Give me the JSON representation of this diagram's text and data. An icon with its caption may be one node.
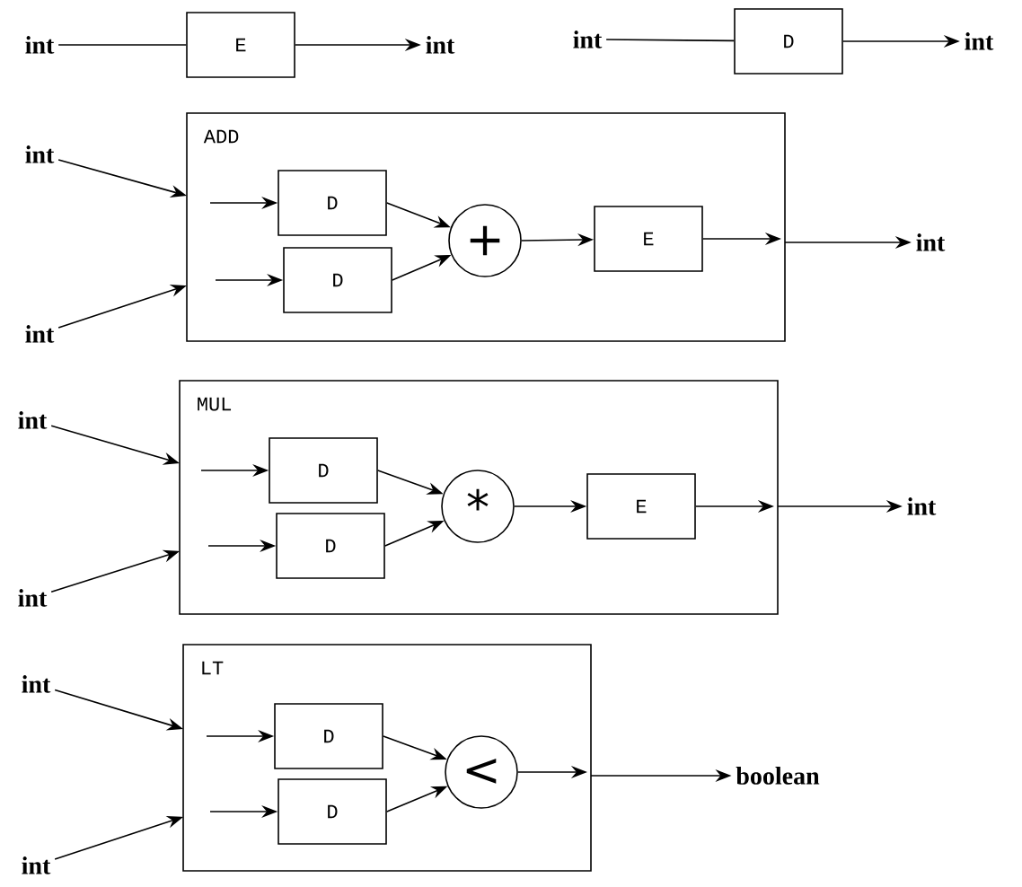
{
  "diagram": {
    "nodes": [
      {
        "text": [
          "int"
        ]
      },
      {
        "text": [
          "E"
        ]
      },
      {
        "text": [
          "int"
        ]
      },
      {
        "text": [
          "int"
        ]
      },
      {
        "text": [
          "D"
        ]
      },
      {
        "text": [
          "int"
        ]
      },
      {
        "text": [
          "int"
        ]
      },
      {
        "text": [
          "int"
        ]
      },
      {
        "text": [
          "ADD"
        ]
      },
      {
        "text": [
          "D"
        ],
        "in": 8
      },
      {
        "text": [
          "D"
        ],
        "in": 8
      },
      {
        "text": [
          "+"
        ],
        "in": 8
      },
      {
        "text": [
          "E"
        ],
        "in": 8
      },
      {
        "text": [
          "int"
        ]
      },
      {
        "text": [
          "int"
        ]
      },
      {
        "text": [
          "int"
        ]
      },
      {
        "text": [
          "MUL"
        ]
      },
      {
        "text": [
          "D"
        ],
        "in": 16
      },
      {
        "text": [
          "D"
        ],
        "in": 16
      },
      {
        "text": [
          "*"
        ],
        "in": 16
      },
      {
        "text": [
          "E"
        ],
        "in": 16
      },
      {
        "text": [
          "int"
        ]
      },
      {
        "text": [
          "int"
        ]
      },
      {
        "text": [
          "int"
        ]
      },
      {
        "text": [
          "LT"
        ]
      },
      {
        "text": [
          "D"
        ],
        "in": 24
      },
      {
        "text": [
          "D"
        ],
        "in": 24
      },
      {
        "text": [
          "<"
        ],
        "in": 24
      },
      {
        "text": [
          "boolean"
        ]
      }
    ],
    "edges": [
      {
        "from": 0,
        "to": 1,
        "arrow": "none"
      },
      {
        "from": 1,
        "to": 2,
        "arrow": "to"
      },
      {
        "from": 3,
        "to": 4,
        "arrow": "none"
      },
      {
        "from": 4,
        "to": 5,
        "arrow": "to"
      },
      {
        "from": 6,
        "to": 8,
        "arrow": "to"
      },
      {
        "from": 7,
        "to": 8,
        "arrow": "to"
      },
      {
        "from": null,
        "to": 9,
        "arrow": "to"
      },
      {
        "from": null,
        "to": 10,
        "arrow": "to"
      },
      {
        "from": 9,
        "to": 11,
        "arrow": "to"
      },
      {
        "from": 10,
        "to": 11,
        "arrow": "to"
      },
      {
        "from": 11,
        "to": 12,
        "arrow": "to"
      },
      {
        "from": 12,
        "to": 8,
        "arrow": "to"
      },
      {
        "from": 8,
        "to": 13,
        "arrow": "to"
      },
      {
        "from": 14,
        "to": 16,
        "arrow": "to"
      },
      {
        "from": 15,
        "to": 16,
        "arrow": "to"
      },
      {
        "from": null,
        "to": 17,
        "arrow": "to"
      },
      {
        "from": null,
        "to": 18,
        "arrow": "to"
      },
      {
        "from": 17,
        "to": 19,
        "arrow": "to"
      },
      {
        "from": 18,
        "to": 19,
        "arrow": "to"
      },
      {
        "from": 19,
        "to": 20,
        "arrow": "to"
      },
      {
        "from": 20,
        "to": 16,
        "arrow": "to"
      },
      {
        "from": 16,
        "to": 21,
        "arrow": "to"
      },
      {
        "from": 22,
        "to": 24,
        "arrow": "to"
      },
      {
        "from": 23,
        "to": 24,
        "arrow": "to"
      },
      {
        "from": null,
        "to": 25,
        "arrow": "to"
      },
      {
        "from": null,
        "to": 26,
        "arrow": "to"
      },
      {
        "from": 25,
        "to": 27,
        "arrow": "to"
      },
      {
        "from": 26,
        "to": 27,
        "arrow": "to"
      },
      {
        "from": 27,
        "to": 24,
        "arrow": "to"
      },
      {
        "from": 24,
        "to": 28,
        "arrow": "to"
      }
    ]
  }
}
